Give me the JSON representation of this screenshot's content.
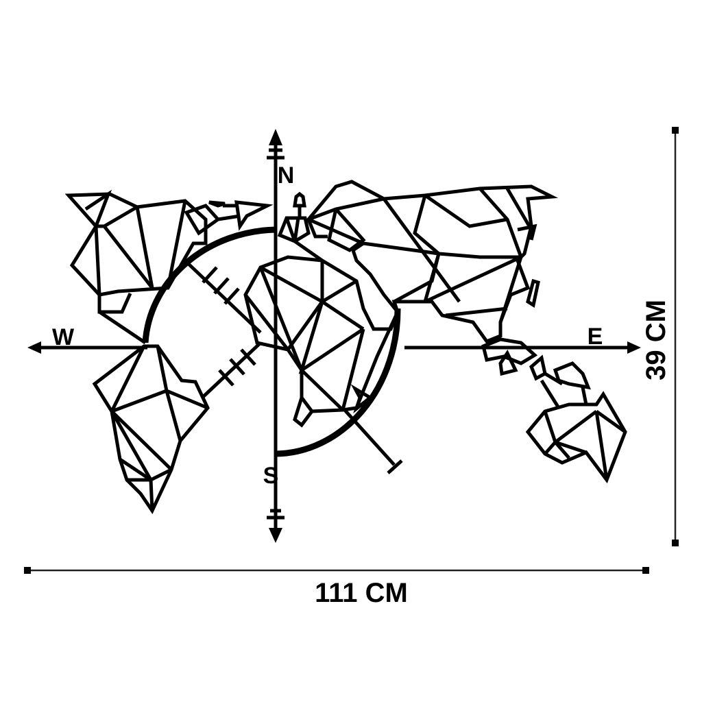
{
  "product": {
    "description": "Geometric world map wall art with compass",
    "line_color": "#000000",
    "background_color": "#ffffff"
  },
  "compass": {
    "north": "N",
    "south": "S",
    "east": "E",
    "west": "W"
  },
  "dimensions": {
    "width_label": "111 CM",
    "height_label": "39 CM",
    "width_value": 111,
    "height_value": 39,
    "unit": "CM"
  }
}
